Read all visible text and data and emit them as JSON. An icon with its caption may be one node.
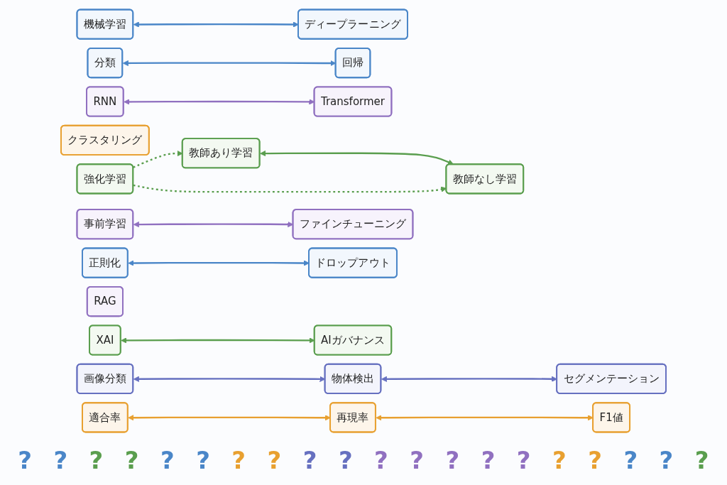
{
  "diagram": {
    "nodes": [
      {
        "text": [
          "機械学習"
        ]
      },
      {
        "text": [
          "ディープラーニング"
        ]
      },
      {
        "text": [
          "教師あり学習"
        ]
      },
      {
        "text": [
          "教師なし学習"
        ]
      },
      {
        "text": [
          "強化学習"
        ]
      },
      {
        "text": [
          "分類"
        ]
      },
      {
        "text": [
          "回帰"
        ]
      },
      {
        "text": [
          "クラスタリング"
        ]
      },
      {
        "text": [
          "画像分類"
        ]
      },
      {
        "text": [
          "物体検出"
        ]
      },
      {
        "text": [
          "セグメンテーション"
        ]
      },
      {
        "text": [
          "RNN"
        ]
      },
      {
        "text": [
          "Transformer"
        ]
      },
      {
        "text": [
          "事前学習"
        ]
      },
      {
        "text": [
          "ファインチューニング"
        ]
      },
      {
        "text": [
          "RAG"
        ]
      },
      {
        "text": [
          "適合率"
        ]
      },
      {
        "text": [
          "再現率"
        ]
      },
      {
        "text": [
          "F1値"
        ]
      },
      {
        "text": [
          "正則化"
        ]
      },
      {
        "text": [
          "ドロップアウト"
        ]
      },
      {
        "text": [
          "XAI"
        ]
      },
      {
        "text": [
          "AIガバナンス"
        ]
      }
    ],
    "edges": [
      {
        "from": 0,
        "to": 1,
        "arrow": "both",
        "color": "#4a86c8"
      },
      {
        "from": 2,
        "to": 3,
        "arrow": "both",
        "color": "#5a9e4e"
      },
      {
        "from": 4,
        "to": 2,
        "arrow": "to",
        "style": "dashed",
        "color": "#5a9e4e"
      },
      {
        "from": 4,
        "to": 3,
        "arrow": "to",
        "style": "dashed",
        "color": "#5a9e4e"
      },
      {
        "from": 5,
        "to": 6,
        "arrow": "both",
        "color": "#4a86c8"
      },
      {
        "from": 8,
        "to": 9,
        "arrow": "both",
        "color": "#6670c0"
      },
      {
        "from": 9,
        "to": 10,
        "arrow": "both",
        "color": "#6670c0"
      },
      {
        "from": 11,
        "to": 12,
        "arrow": "both",
        "color": "#9070c0"
      },
      {
        "from": 13,
        "to": 14,
        "arrow": "both",
        "color": "#9070c0"
      },
      {
        "from": 16,
        "to": 17,
        "arrow": "both",
        "color": "#e8a030"
      },
      {
        "from": 17,
        "to": 18,
        "arrow": "both",
        "color": "#e8a030"
      },
      {
        "from": 19,
        "to": 20,
        "arrow": "both",
        "color": "#4a86c8"
      },
      {
        "from": 21,
        "to": 22,
        "arrow": "both",
        "color": "#5a9e4e"
      }
    ],
    "labels": [
      "?",
      "?",
      "?",
      "?",
      "?",
      "?",
      "?",
      "?",
      "?",
      "?",
      "?",
      "?",
      "?",
      "?",
      "?",
      "?",
      "?",
      "?",
      "?",
      "?"
    ]
  }
}
